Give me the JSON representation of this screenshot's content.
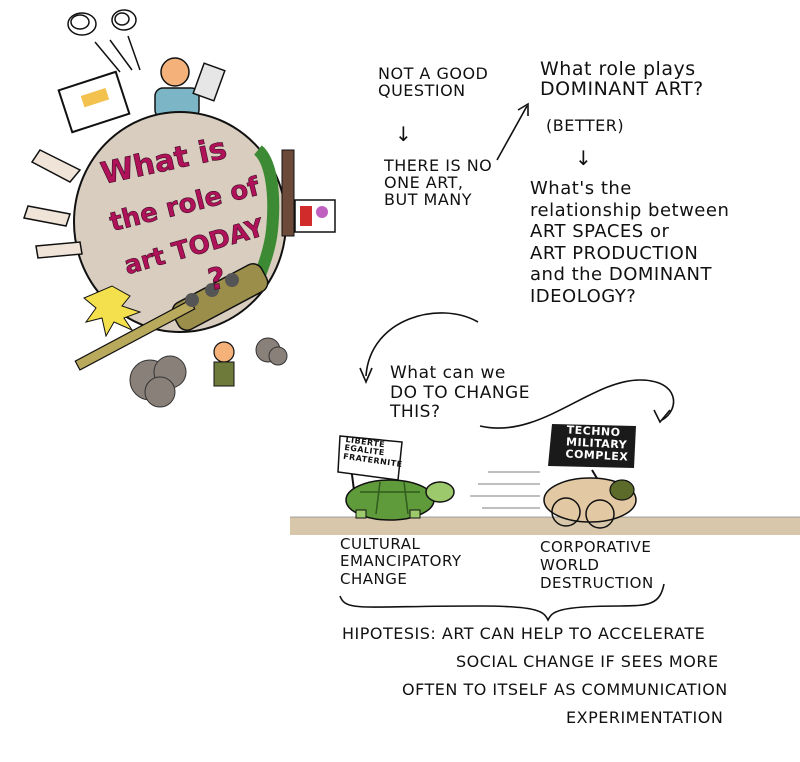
{
  "planet": {
    "line1": "What is",
    "line2": "the role of",
    "line3": "art TODAY",
    "line4": "?"
  },
  "notes": {
    "not_good": "NOT A GOOD\nQUESTION",
    "arrow1": "↓",
    "no_one_art": "THERE IS NO\nONE ART,\nBUT MANY",
    "what_role": "What role plays\nDOMINANT ART?",
    "better": "(BETTER)",
    "arrow2": "↓",
    "relationship": "What's the\nrelationship between\nART SPACES or\nART PRODUCTION\nand the DOMINANT\nIDEOLOGY?",
    "can_we_do": "What can we\nDO TO CHANGE\nTHIS?"
  },
  "race": {
    "flag_text": "LIBERTE\nEGALITE\nFRATERNITE",
    "sign_text": "TECHNO\nMILITARY\nCOMPLEX",
    "cultural": "CULTURAL\nEMANCIPATORY\nCHANGE",
    "corporative": "CORPORATIVE\nWORLD\nDESTRUCTION"
  },
  "hypothesis": {
    "line1": "HIPOTESIS: ART CAN HELP TO ACCELERATE",
    "line2": "SOCIAL CHANGE IF SEES MORE",
    "line3": "OFTEN TO ITSELF AS COMMUNICATION",
    "line4": "EXPERIMENTATION"
  },
  "colors": {
    "planet_fill": "#d9cdbf",
    "planet_text": "#b0125a",
    "ground": "#d8c7ab",
    "turtle_shell": "#5f9b3a",
    "sign": "#1a1a1a",
    "ink": "#111111"
  }
}
